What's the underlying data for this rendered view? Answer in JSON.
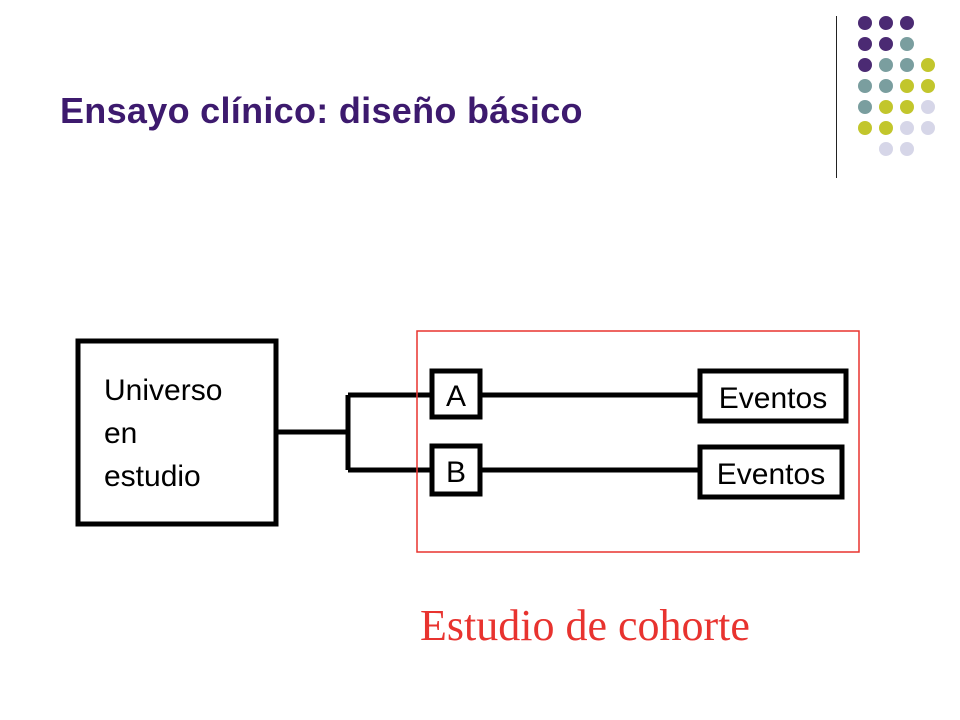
{
  "slide": {
    "title": "Ensayo clínico: diseño básico"
  },
  "diagram": {
    "universe_lines": [
      "Universo",
      "en",
      "estudio"
    ],
    "arm_a_label": "A",
    "arm_b_label": "B",
    "events_a_label": "Eventos",
    "events_b_label": "Eventos",
    "caption": "Estudio de cohorte"
  },
  "colors": {
    "title": "#3d1a6e",
    "highlight_frame": "#e8332f",
    "caption": "#e8332f",
    "diagram_ink": "#000000",
    "dot_purple": "#4b2a73",
    "dot_teal": "#7a9e9f",
    "dot_olive": "#c2c62c",
    "dot_lavender": "#d6d6e8"
  },
  "decoration": {
    "dot_grid": [
      [
        "purple",
        "purple",
        "purple",
        null,
        null
      ],
      [
        "purple",
        "purple",
        "teal",
        null,
        null
      ],
      [
        "purple",
        "teal",
        "teal",
        "olive",
        null
      ],
      [
        "teal",
        "teal",
        "olive",
        "olive",
        null
      ],
      [
        "teal",
        "olive",
        "olive",
        "lavender",
        null
      ],
      [
        "olive",
        "olive",
        "lavender",
        "lavender",
        null
      ],
      [
        "lavender",
        "lavender",
        null,
        null,
        null
      ]
    ]
  }
}
